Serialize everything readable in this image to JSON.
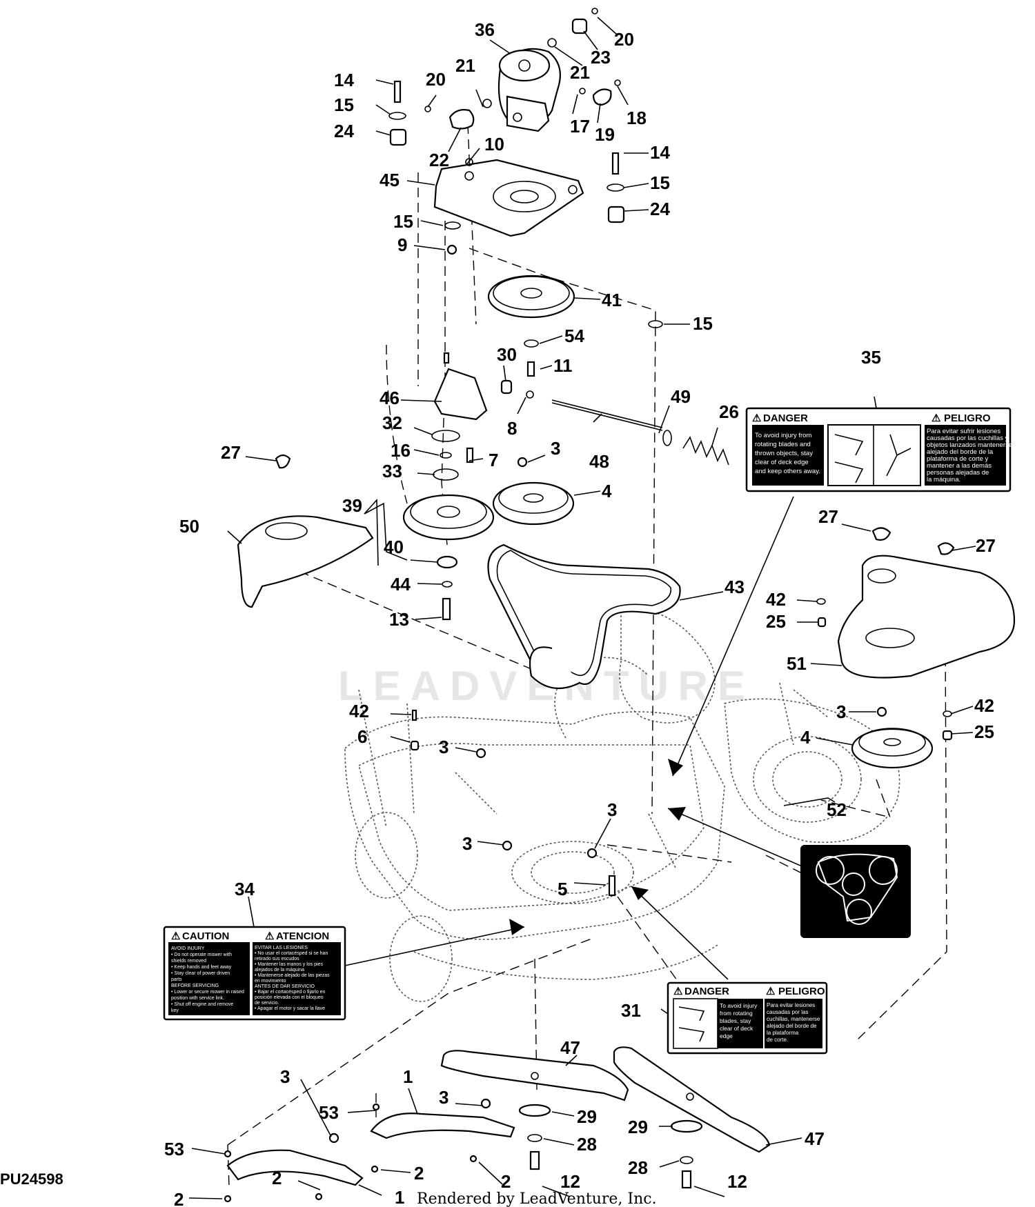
{
  "diagram_id": "PU24598",
  "credit": "Rendered by LeadVenture, Inc.",
  "watermark": "LEADVENTURE",
  "callouts": [
    {
      "label": "36"
    },
    {
      "label": "20"
    },
    {
      "label": "23"
    },
    {
      "label": "21"
    },
    {
      "label": "21"
    },
    {
      "label": "20"
    },
    {
      "label": "14"
    },
    {
      "label": "15"
    },
    {
      "label": "24"
    },
    {
      "label": "22"
    },
    {
      "label": "17"
    },
    {
      "label": "19"
    },
    {
      "label": "18"
    },
    {
      "label": "10"
    },
    {
      "label": "45"
    },
    {
      "label": "14"
    },
    {
      "label": "15"
    },
    {
      "label": "24"
    },
    {
      "label": "15"
    },
    {
      "label": "9"
    },
    {
      "label": "41"
    },
    {
      "label": "15"
    },
    {
      "label": "54"
    },
    {
      "label": "30"
    },
    {
      "label": "11"
    },
    {
      "label": "46"
    },
    {
      "label": "8"
    },
    {
      "label": "49"
    },
    {
      "label": "26"
    },
    {
      "label": "32"
    },
    {
      "label": "16"
    },
    {
      "label": "7"
    },
    {
      "label": "48"
    },
    {
      "label": "33"
    },
    {
      "label": "3"
    },
    {
      "label": "4"
    },
    {
      "label": "27"
    },
    {
      "label": "50"
    },
    {
      "label": "39"
    },
    {
      "label": "40"
    },
    {
      "label": "44"
    },
    {
      "label": "13"
    },
    {
      "label": "43"
    },
    {
      "label": "35"
    },
    {
      "label": "27"
    },
    {
      "label": "27"
    },
    {
      "label": "42"
    },
    {
      "label": "25"
    },
    {
      "label": "51"
    },
    {
      "label": "42"
    },
    {
      "label": "6"
    },
    {
      "label": "3"
    },
    {
      "label": "3"
    },
    {
      "label": "4"
    },
    {
      "label": "42"
    },
    {
      "label": "25"
    },
    {
      "label": "52"
    },
    {
      "label": "3"
    },
    {
      "label": "3"
    },
    {
      "label": "5"
    },
    {
      "label": "34"
    },
    {
      "label": "31"
    },
    {
      "label": "47"
    },
    {
      "label": "1"
    },
    {
      "label": "53"
    },
    {
      "label": "3"
    },
    {
      "label": "29"
    },
    {
      "label": "28"
    },
    {
      "label": "29"
    },
    {
      "label": "47"
    },
    {
      "label": "3"
    },
    {
      "label": "53"
    },
    {
      "label": "28"
    },
    {
      "label": "2"
    },
    {
      "label": "2"
    },
    {
      "label": "12"
    },
    {
      "label": "12"
    },
    {
      "label": "2"
    },
    {
      "label": "1"
    },
    {
      "label": "2"
    }
  ],
  "decals": {
    "danger_35": {
      "left_title": "DANGER",
      "right_title": "PELIGRO",
      "left_lines": [
        "To avoid injury from",
        "rotating blades and",
        "thrown objects, stay",
        "clear of deck edge",
        "and keep others away."
      ],
      "right_lines": [
        "Para evitar sufrir lesiones",
        "causadas por las cuchillas y",
        "objetos lanzados mantenerse",
        "alejado del borde de la",
        "plataforma de corte y",
        "mantener a las demás",
        "personas alejadas de",
        "la máquina."
      ]
    },
    "caution_34": {
      "left_title": "CAUTION",
      "right_title": "ATENCION",
      "left_lines": [
        "AVOID INJURY",
        "• Do not operate mower with",
        "  shields removed",
        "• Keep hands and feet away",
        "• Stay clear of power driven",
        "  parts",
        "BEFORE SERVICING",
        "• Lower or secure mower in raised",
        "  position with service link.",
        "• Shut off engine and remove",
        "  key"
      ],
      "right_lines": [
        "EVITAR LAS LESIONES",
        "• No usar el cortacésped si se han",
        "  retirado sus escudos",
        "• Mantener las manos y los pies",
        "  alejados de la máquina",
        "• Mantenerse alejado de las piezas",
        "  en movimiento",
        "ANTES DE DAR SERVICIO",
        "• Bajar el cortacésped o fijarlo en",
        "  posición elevada con el bloqueo",
        "  de servicio.",
        "• Apagar el motor y sacar la llave"
      ]
    },
    "danger_31": {
      "left_title": "DANGER",
      "right_title": "PELIGRO",
      "left_lines": [
        "To avoid injury",
        "from rotating",
        "blades, stay",
        "clear of deck",
        "edge"
      ],
      "right_lines": [
        "Para evitar lesiones",
        "causadas por las",
        "cuchillas, mantenerse",
        "alejado del borde de",
        "la plataforma",
        "de corte."
      ]
    }
  }
}
